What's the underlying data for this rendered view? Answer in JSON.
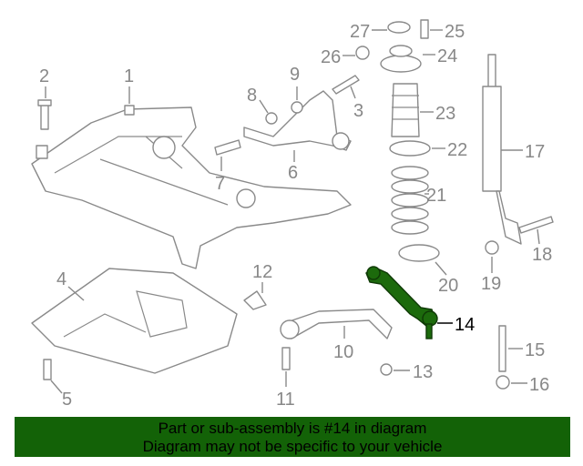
{
  "diagram": {
    "highlight_color": "#1c6a0c",
    "callouts": [
      "1",
      "2",
      "3",
      "4",
      "5",
      "6",
      "7",
      "8",
      "9",
      "10",
      "11",
      "12",
      "13",
      "14",
      "15",
      "16",
      "17",
      "18",
      "19",
      "20",
      "21",
      "22",
      "23",
      "24",
      "25",
      "26",
      "27"
    ],
    "highlighted_part": "14"
  },
  "banner": {
    "line1": "Part or sub-assembly is #14 in diagram",
    "line2": "Diagram may not be specific to your vehicle",
    "color": "#136207"
  }
}
